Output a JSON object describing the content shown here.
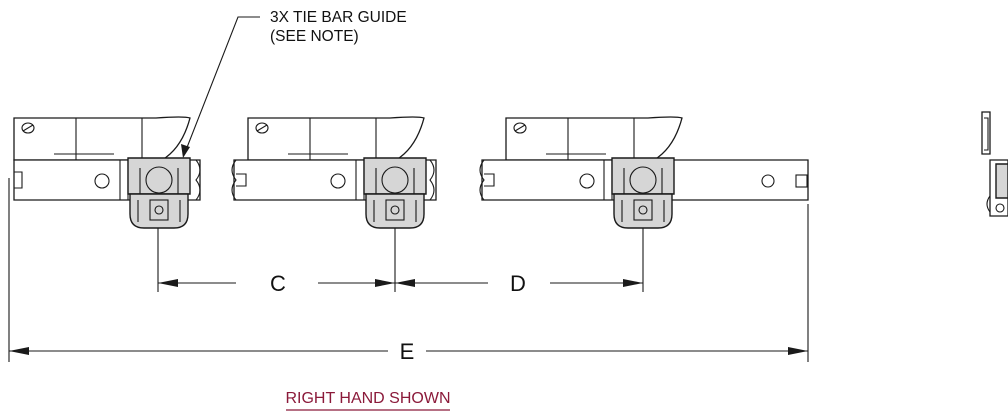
{
  "callout": {
    "line1": "3X TIE BAR GUIDE",
    "line2": "(SEE NOTE)"
  },
  "dimensions": {
    "c": "C",
    "d": "D",
    "e": "E"
  },
  "caption": "RIGHT HAND SHOWN",
  "colors": {
    "guide_fill": "#d6d6d6",
    "line": "#1a1a1a",
    "caption": "#8b1a3a"
  }
}
